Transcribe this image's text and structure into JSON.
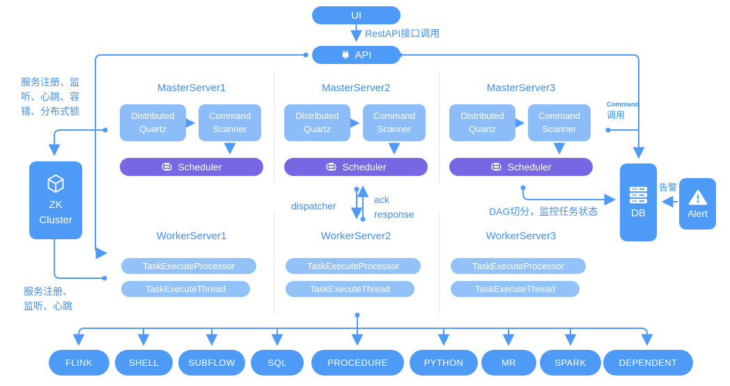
{
  "palette": {
    "primary_blue": "#4d9bf6",
    "light_blue_box": "#8cbdf8",
    "worker_pill_blue": "#93c2f9",
    "scheduler_purple": "#7667e2",
    "label_text_blue": "#3e8ef7"
  },
  "top": {
    "ui": "UI",
    "api": "API",
    "rest_call_label": "RestAPI接口调用"
  },
  "left": {
    "zk_top_note": "服务注册、监听、心跳、容错、分布式锁",
    "zk_name": "ZK Cluster",
    "zk_bottom_note": "服务注册、监听、心跳"
  },
  "masters": [
    {
      "title": "MasterServer1",
      "quartz": "Distributed Quartz",
      "scanner": "Command Scanner",
      "scheduler": "Scheduler"
    },
    {
      "title": "MasterServer2",
      "quartz": "Distributed Quartz",
      "scanner": "Command Scanner",
      "scheduler": "Scheduler"
    },
    {
      "title": "MasterServer3",
      "quartz": "Distributed Quartz",
      "scanner": "Command Scanner",
      "scheduler": "Scheduler"
    }
  ],
  "workers": [
    {
      "title": "WorkerServer1",
      "processor": "TaskExecuteProcessor",
      "thread": "TaskExecuteThread"
    },
    {
      "title": "WorkerServer2",
      "processor": "TaskExecuteProcessor",
      "thread": "TaskExecuteThread"
    },
    {
      "title": "WorkerServer3",
      "processor": "TaskExecuteProcessor",
      "thread": "TaskExecuteThread"
    }
  ],
  "middle": {
    "dispatcher": "dispatcher",
    "ack": "ack response",
    "dag_note": "DAG切分，监控任务状态"
  },
  "right": {
    "command_en": "Command",
    "command_zh": "调用",
    "db": "DB",
    "alarm": "告警",
    "alert": "Alert"
  },
  "tasks": [
    "FLINK",
    "SHELL",
    "SUBFLOW",
    "SQL",
    "PROCEDURE",
    "PYTHON",
    "MR",
    "SPARK",
    "DEPENDENT"
  ],
  "icons": {
    "api": "plug-icon",
    "scheduler": "database-sync-icon",
    "zk": "cube-icon",
    "db": "server-stack-icon",
    "alert": "warning-triangle-icon"
  }
}
